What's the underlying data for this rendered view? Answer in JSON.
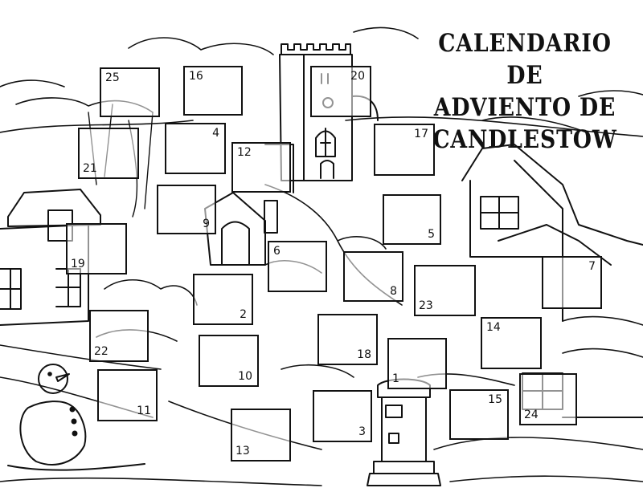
{
  "title": {
    "line1": "CALENDARIO DE",
    "line2": "ADVIENTO DE",
    "line3": "CANDLESTOW"
  },
  "doors": [
    "25",
    "16",
    "20",
    "4",
    "12",
    "17",
    "21",
    "9",
    "5",
    "19",
    "6",
    "8",
    "7",
    "2",
    "23",
    "14",
    "22",
    "18",
    "1",
    "10",
    "11",
    "3",
    "15",
    "24",
    "13"
  ]
}
